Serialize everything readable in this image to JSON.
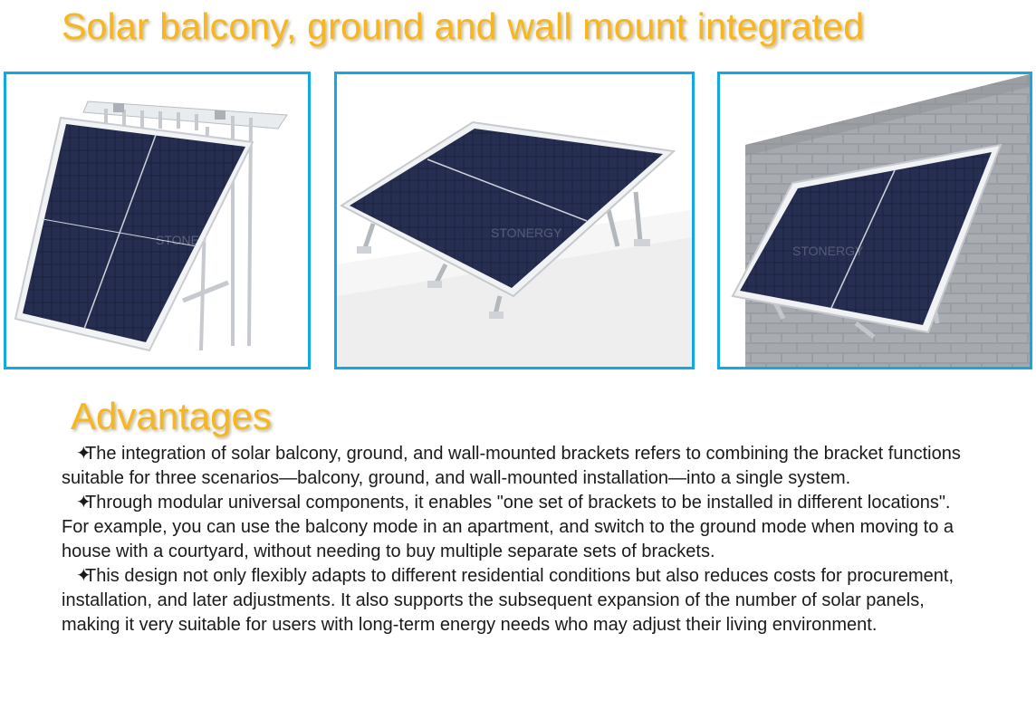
{
  "header": {
    "title": "Solar balcony, ground and wall mount integrated"
  },
  "gallery": {
    "accent_color": "#12a8e4",
    "watermark": "STONERGY",
    "images": [
      {
        "scene": "balcony-mount"
      },
      {
        "scene": "ground-mount"
      },
      {
        "scene": "wall-mount"
      }
    ]
  },
  "advantages": {
    "heading": "Advantages",
    "bullet_icon": "four-point-star-icon",
    "bullet_glyph": "✦",
    "paragraphs": [
      "The integration of solar balcony, ground, and wall-mounted brackets refers to combining the bracket functions suitable for three scenarios—balcony, ground, and wall-mounted installation—into a single system.",
      "Through modular universal components, it enables \"one set of brackets to be installed in different locations\". For example, you can use the balcony mode in an apartment, and switch to the ground mode when moving to a house with a courtyard, without needing to buy multiple separate sets of brackets.",
      "This design not only flexibly adapts to different residential conditions but also reduces costs for procurement, installation, and later adjustments. It also supports the subsequent expansion of the number of solar panels, making it very suitable for users with long-term energy needs who may adjust their living environment."
    ]
  },
  "colors": {
    "heading": "#f5b622",
    "text": "#1a1a1a",
    "panel": "#1c2238"
  }
}
